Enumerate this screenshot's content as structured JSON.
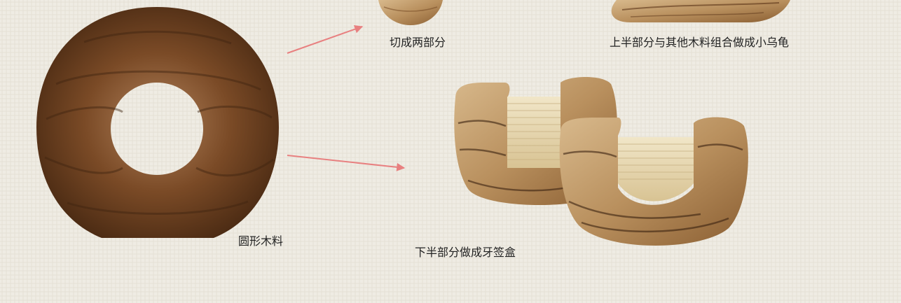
{
  "captions": {
    "round_wood": "圆形木料",
    "cut_in_two": "切成两部分",
    "upper_half": "上半部分与其他木料组合做成小乌龟",
    "lower_half": "下半部分做成牙签盒"
  },
  "colors": {
    "background": "#efece4",
    "arrow": "#e88080",
    "wood_dark": "#5a3418",
    "wood_mid": "#8f5e34",
    "wood_light": "#c9a678",
    "bamboo": "#e8d9b5"
  }
}
